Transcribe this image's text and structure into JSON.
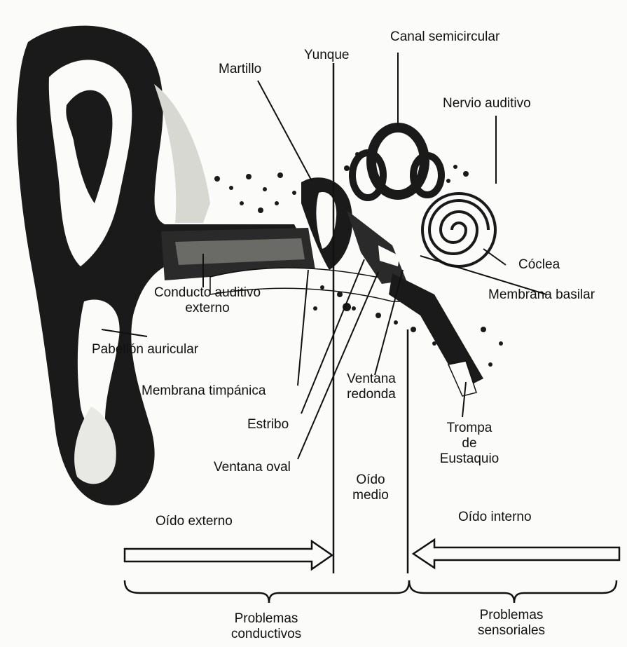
{
  "labels": {
    "canal_semicircular": "Canal semicircular",
    "yunque": "Yunque",
    "martillo": "Martillo",
    "nervio_auditivo": "Nervio auditivo",
    "coclea": "Cóclea",
    "membrana_basilar": "Membrana basilar",
    "conducto_line1": "Conducto auditivo",
    "conducto_line2": "externo",
    "pabellon": "Pabellón auricular",
    "membrana_timpanica": "Membrana timpánica",
    "ventana_redonda_line1": "Ventana",
    "ventana_redonda_line2": "redonda",
    "estribo": "Estribo",
    "trompa_line1": "Trompa",
    "trompa_line2": "de",
    "trompa_line3": "Eustaquio",
    "ventana_oval": "Ventana oval",
    "oido_medio_line1": "Oído",
    "oido_medio_line2": "medio",
    "oido_externo": "Oído externo",
    "oido_interno": "Oído interno",
    "problemas_conductivos_line1": "Problemas",
    "problemas_conductivos_line2": "conductivos",
    "problemas_sensoriales_line1": "Problemas",
    "problemas_sensoriales_line2": "sensoriales"
  },
  "colors": {
    "ink": "#111111",
    "paper": "#fbfbf9"
  }
}
